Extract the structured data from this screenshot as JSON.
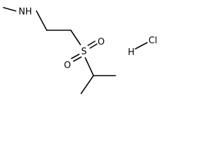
{
  "compound": {
    "atoms": {
      "amine": "NH",
      "sulfur": "S",
      "oxygen_1": "O",
      "oxygen_2": "O",
      "hydrogen": "H",
      "chlorine": "Cl"
    }
  }
}
